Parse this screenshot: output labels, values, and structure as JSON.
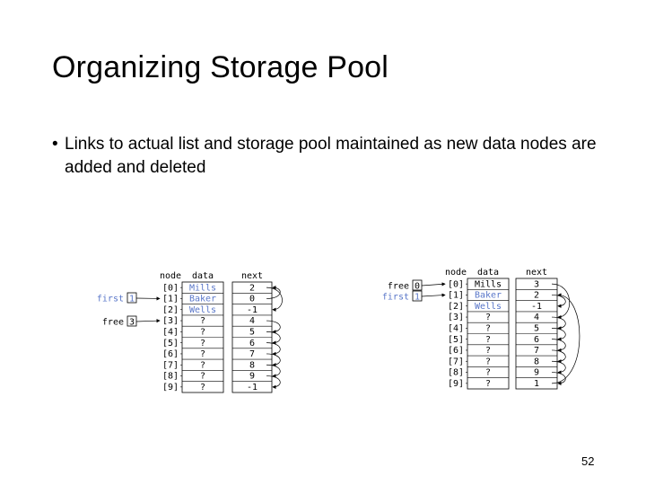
{
  "slide": {
    "title": "Organizing Storage Pool",
    "bullet": "Links to actual list and storage pool maintained as new data nodes are added and deleted",
    "page_number": "52"
  },
  "colors": {
    "data_highlight": "#5a77c9",
    "text": "#000000"
  },
  "left_diagram": {
    "headers": {
      "node": "node",
      "data": "data",
      "next": "next"
    },
    "pointers": [
      {
        "label": "first",
        "value": "1",
        "highlight": true
      },
      {
        "label": "free",
        "value": "3",
        "highlight": false
      }
    ],
    "rows": [
      {
        "node": "[0]",
        "data": "Mills",
        "next": "2",
        "hl": true
      },
      {
        "node": "[1]",
        "data": "Baker",
        "next": "0",
        "hl": true
      },
      {
        "node": "[2]",
        "data": "Wells",
        "next": "-1",
        "hl": true
      },
      {
        "node": "[3]",
        "data": "?",
        "next": "4",
        "hl": false
      },
      {
        "node": "[4]",
        "data": "?",
        "next": "5",
        "hl": false
      },
      {
        "node": "[5]",
        "data": "?",
        "next": "6",
        "hl": false
      },
      {
        "node": "[6]",
        "data": "?",
        "next": "7",
        "hl": false
      },
      {
        "node": "[7]",
        "data": "?",
        "next": "8",
        "hl": false
      },
      {
        "node": "[8]",
        "data": "?",
        "next": "9",
        "hl": false
      },
      {
        "node": "[9]",
        "data": "?",
        "next": "-1",
        "hl": false
      }
    ]
  },
  "right_diagram": {
    "headers": {
      "node": "node",
      "data": "data",
      "next": "next"
    },
    "pointers": [
      {
        "label": "free",
        "value": "0",
        "highlight": false
      },
      {
        "label": "first",
        "value": "1",
        "highlight": true
      }
    ],
    "rows": [
      {
        "node": "[0]",
        "data": "Mills",
        "next": "3",
        "hl": false
      },
      {
        "node": "[1]",
        "data": "Baker",
        "next": "2",
        "hl": true
      },
      {
        "node": "[2]",
        "data": "Wells",
        "next": "-1",
        "hl": true
      },
      {
        "node": "[3]",
        "data": "?",
        "next": "4",
        "hl": false
      },
      {
        "node": "[4]",
        "data": "?",
        "next": "5",
        "hl": false
      },
      {
        "node": "[5]",
        "data": "?",
        "next": "6",
        "hl": false
      },
      {
        "node": "[6]",
        "data": "?",
        "next": "7",
        "hl": false
      },
      {
        "node": "[7]",
        "data": "?",
        "next": "8",
        "hl": false
      },
      {
        "node": "[8]",
        "data": "?",
        "next": "9",
        "hl": false
      },
      {
        "node": "[9]",
        "data": "?",
        "next": "1",
        "hl": false
      }
    ]
  }
}
